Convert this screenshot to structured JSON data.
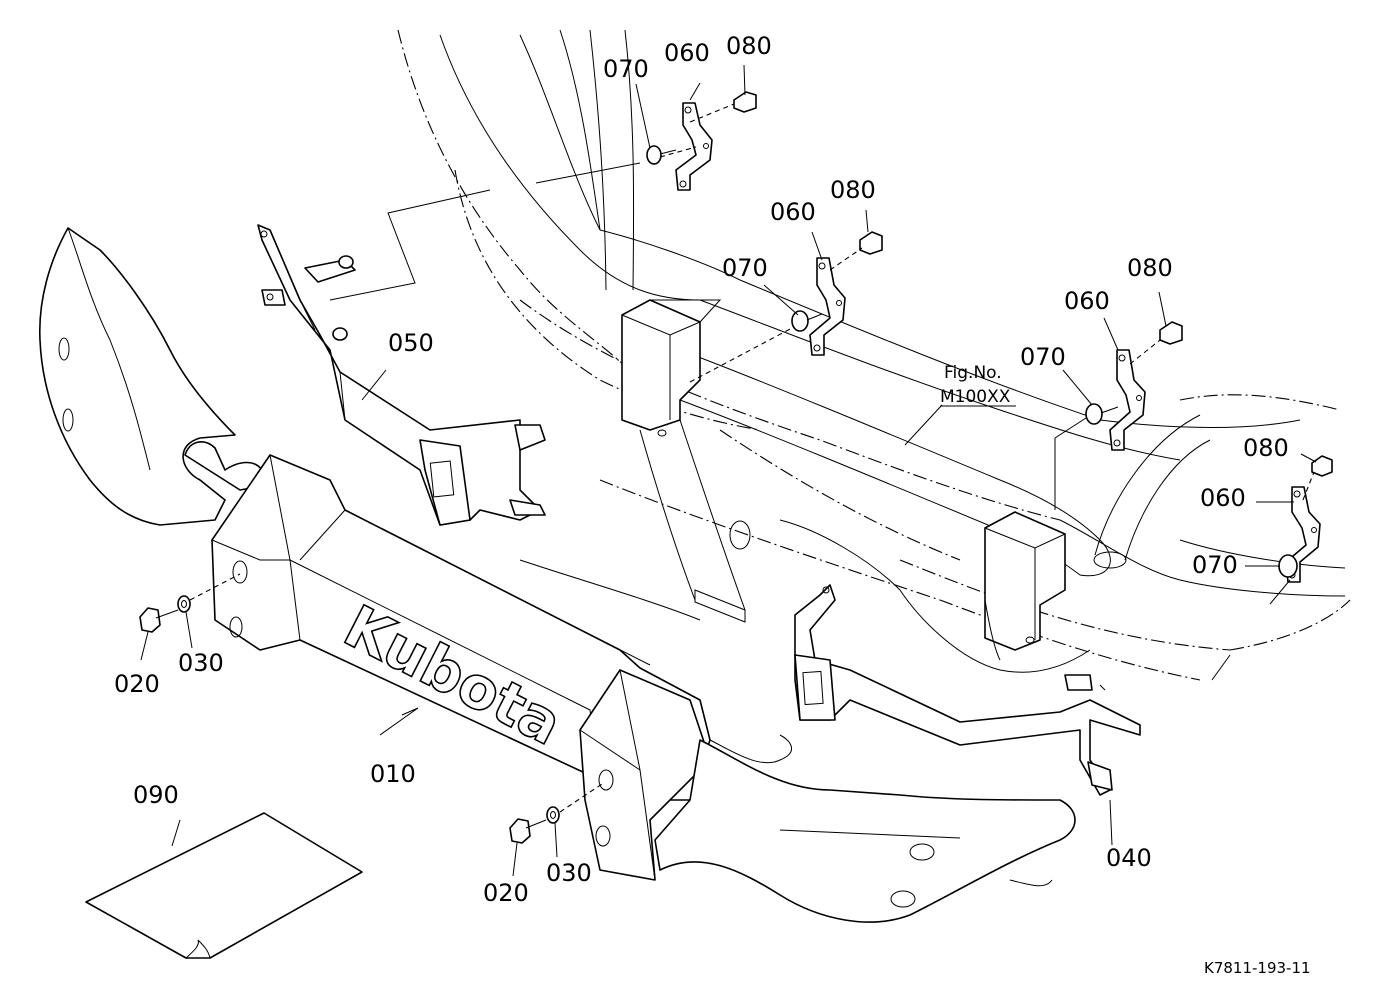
{
  "figure": {
    "reference": {
      "line1": "Fig.No.",
      "line2": "M100XX"
    },
    "drawing_code": "K7811-193-11",
    "logo_text": "Kubota"
  },
  "callouts": {
    "c010": "010",
    "c020a": "020",
    "c020b": "020",
    "c030a": "030",
    "c030b": "030",
    "c040": "040",
    "c050": "050",
    "c060a": "060",
    "c060b": "060",
    "c060c": "060",
    "c060d": "060",
    "c070a": "070",
    "c070b": "070",
    "c070c": "070",
    "c070d": "070",
    "c080a": "080",
    "c080b": "080",
    "c080c": "080",
    "c080d": "080",
    "c090": "090"
  }
}
